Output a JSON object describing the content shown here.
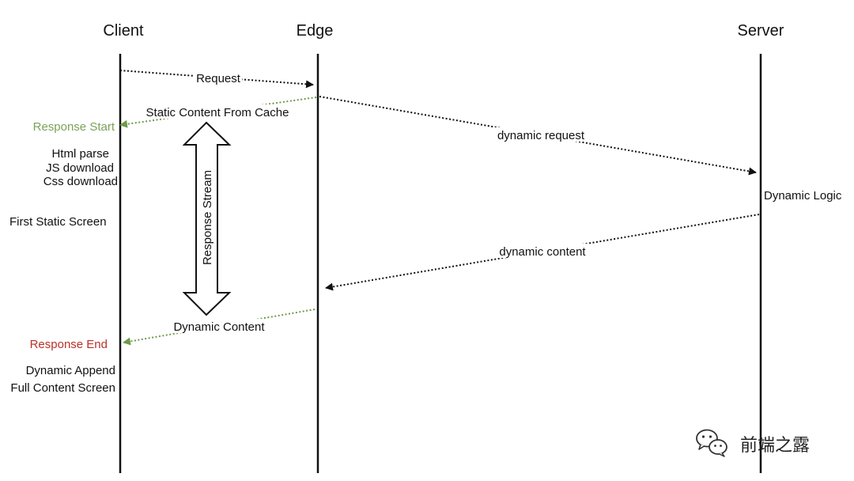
{
  "lanes": {
    "client": "Client",
    "edge": "Edge",
    "server": "Server"
  },
  "messages": {
    "request": "Request",
    "static_content": "Static Content From Cache",
    "dynamic_request": "dynamic request",
    "dynamic_content_server": "dynamic content",
    "dynamic_content_client": "Dynamic Content"
  },
  "client_notes": {
    "response_start": "Response Start",
    "html_parse": "Html parse",
    "js_download": "JS download",
    "css_download": "Css download",
    "first_static_screen": "First Static Screen",
    "response_end": "Response End",
    "dynamic_append": "Dynamic Append",
    "full_content_screen": "Full Content Screen"
  },
  "server_notes": {
    "dynamic_logic": "Dynamic Logic"
  },
  "stream": {
    "label": "Response Stream"
  },
  "watermark": {
    "text": "前端之露",
    "icon": "wechat-icon"
  },
  "colors": {
    "line": "#111111",
    "green_arrow": "#6f9a4a",
    "response_start": "#7aa35a",
    "response_end": "#b8312a"
  }
}
